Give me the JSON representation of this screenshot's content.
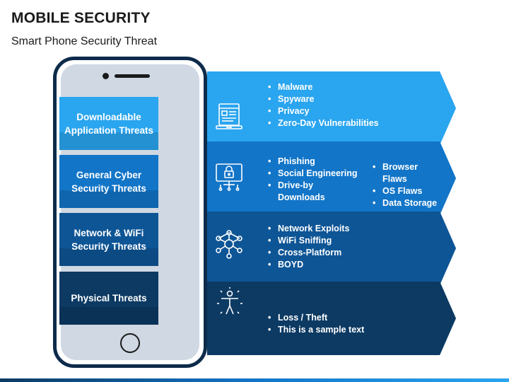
{
  "title": "MOBILE SECURITY",
  "subtitle": "Smart Phone Security Threat",
  "categories": [
    {
      "label": "Downloadable Application Threats",
      "icon": "app-document-icon",
      "color": "#2aa5ef"
    },
    {
      "label": "General Cyber Security Threats",
      "icon": "monitor-lock-icon",
      "color": "#1275c8"
    },
    {
      "label": "Network & WiFi Security Threats",
      "icon": "network-nodes-icon",
      "color": "#0e5596"
    },
    {
      "label": "Physical Threats",
      "icon": "person-icon",
      "color": "#0c3a63"
    }
  ],
  "threats": [
    {
      "items": [
        "Malware",
        "Spyware",
        "Privacy",
        "Zero-Day Vulnerabilities"
      ]
    },
    {
      "items": [
        "Phishing",
        "Social Engineering",
        "Drive-by Downloads"
      ],
      "items_right": [
        "Browser Flaws",
        "OS Flaws",
        "Data Storage"
      ]
    },
    {
      "items": [
        "Network Exploits",
        "WiFi Sniffing",
        "Cross-Platform",
        "BOYD"
      ]
    },
    {
      "items": [
        "Loss / Theft",
        "This is a sample text"
      ]
    }
  ]
}
